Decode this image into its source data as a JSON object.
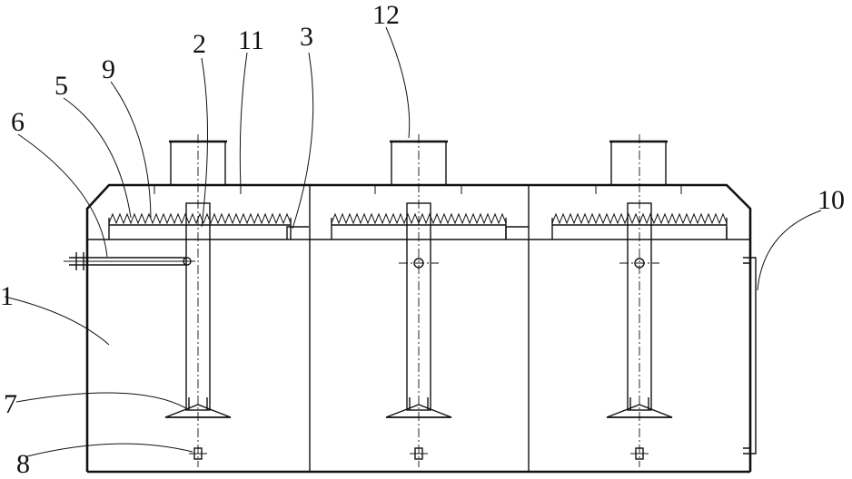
{
  "figure": {
    "labels": [
      "1",
      "2",
      "3",
      "5",
      "6",
      "7",
      "8",
      "9",
      "10",
      "11",
      "12"
    ]
  }
}
